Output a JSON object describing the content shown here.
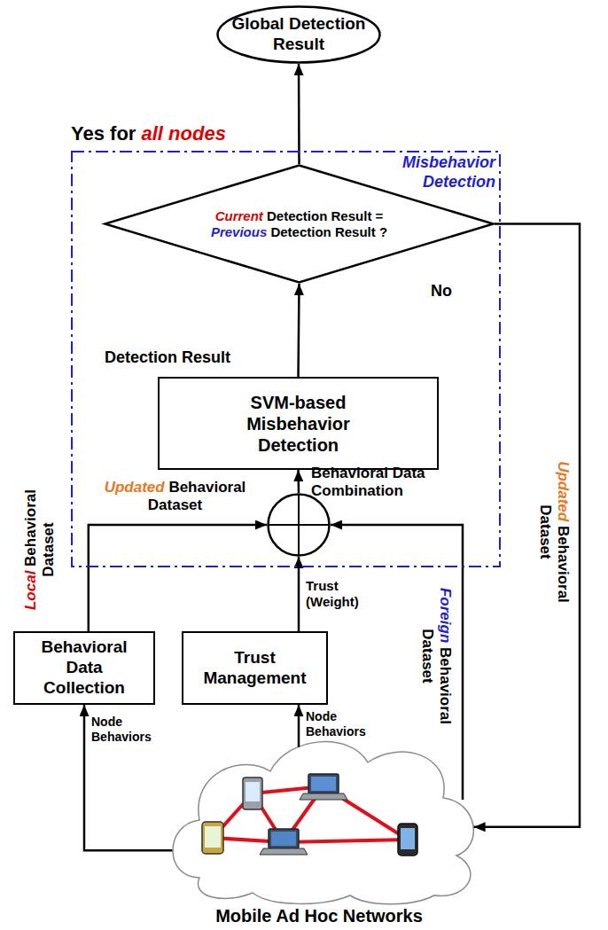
{
  "diagram": {
    "nodes": [
      {
        "text": [
          "Global Detection Result"
        ]
      },
      {
        "text": [
          "Misbehavior Detection"
        ]
      },
      {
        "text": [
          "Current Detection Result = Previous Detection Result ?"
        ],
        "in": 1
      },
      {
        "text": [
          "SVM-based Misbehavior Detection"
        ],
        "in": 1
      },
      {
        "text": [
          "Behavioral Data Combination"
        ],
        "in": 1
      },
      {
        "text": [
          "Behavioral Data Collection"
        ]
      },
      {
        "text": [
          "Trust Management"
        ]
      },
      {
        "text": [
          "Mobile Ad Hoc Networks"
        ]
      }
    ],
    "edges": [
      {
        "from": 2,
        "to": 0,
        "arrow": "to",
        "label": "Yes for all nodes"
      },
      {
        "from": 3,
        "to": 2,
        "arrow": "to",
        "label": "Detection Result"
      },
      {
        "from": 4,
        "to": 3,
        "arrow": "to",
        "label": "Updated Behavioral Dataset"
      },
      {
        "from": 5,
        "to": 4,
        "arrow": "to",
        "label": "Local Behavioral Dataset"
      },
      {
        "from": 6,
        "to": 4,
        "arrow": "to",
        "label": "Trust (Weight)"
      },
      {
        "from": 7,
        "to": 4,
        "arrow": "to",
        "label": "Foreign Behavioral Dataset"
      },
      {
        "from": 7,
        "to": 5,
        "arrow": "to",
        "label": "Node Behaviors"
      },
      {
        "from": 7,
        "to": 6,
        "arrow": "to",
        "label": "Node Behaviors"
      },
      {
        "from": 2,
        "to": 7,
        "arrow": "to",
        "label": "Updated Behavioral Dataset"
      }
    ],
    "labels": [
      "No"
    ]
  }
}
